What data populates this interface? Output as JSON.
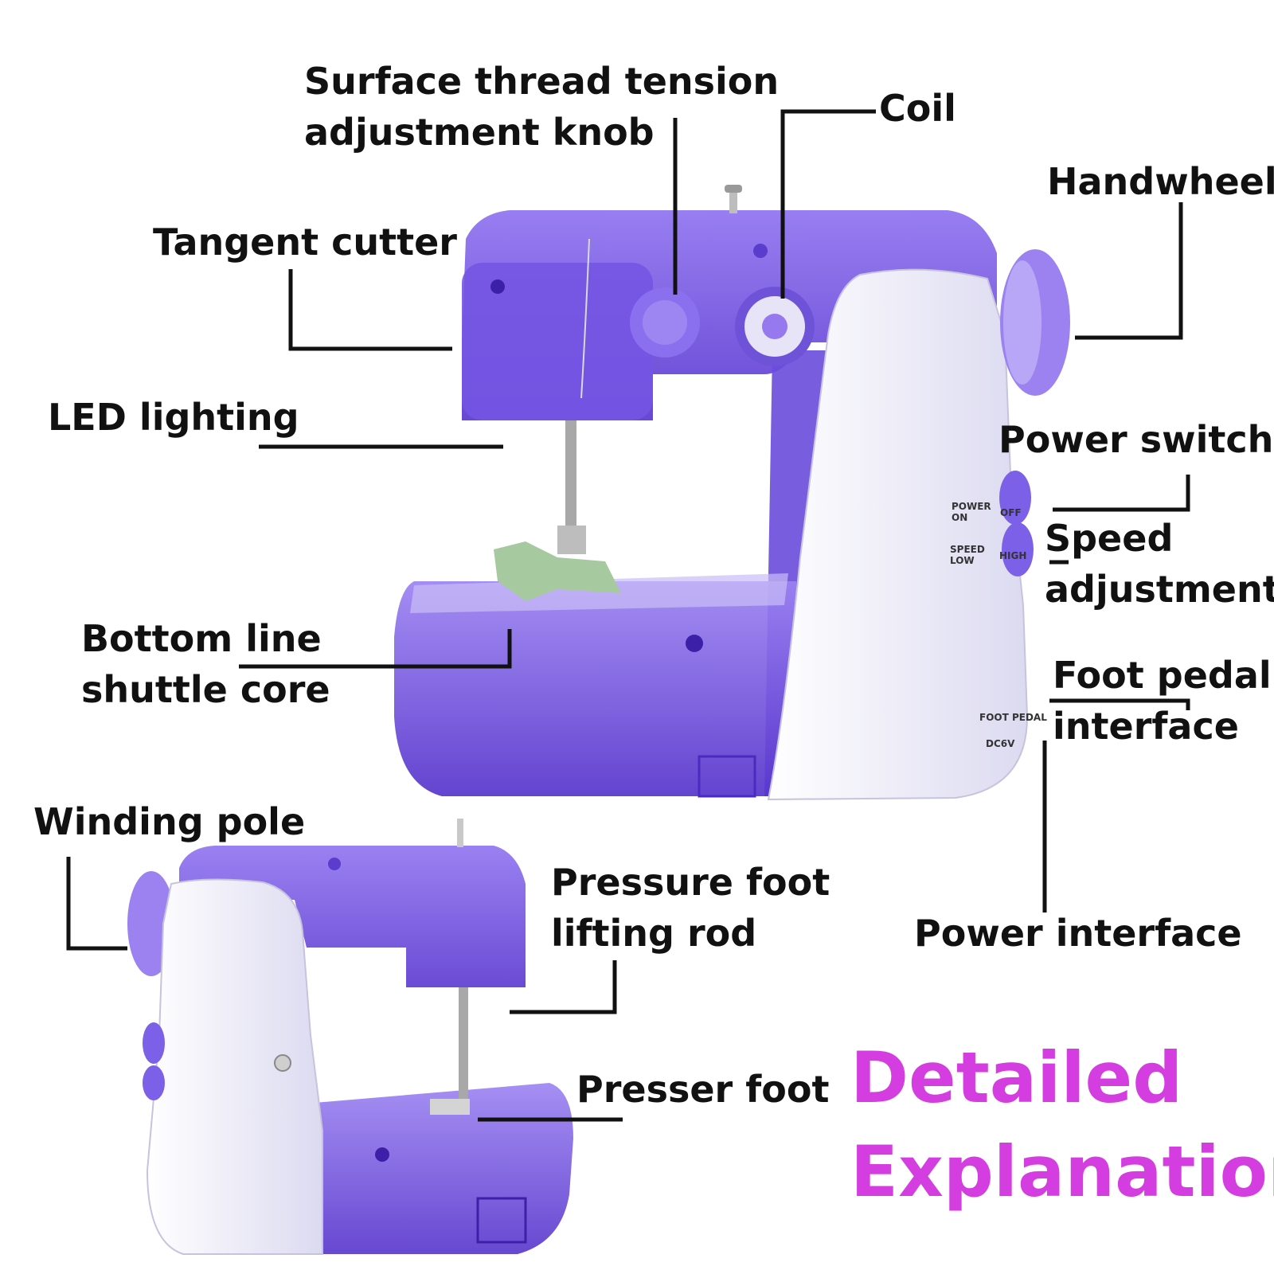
{
  "labels": {
    "surface_tension_l1": "Surface thread tension",
    "surface_tension_l2": "adjustment knob",
    "coil": "Coil",
    "handwheel": "Handwheel",
    "tangent_cutter": "Tangent cutter",
    "led_lighting": "LED lighting",
    "power_switch": "Power switch",
    "speed_l1": "Speed",
    "speed_l2": "adjustment",
    "bottom_line_l1": "Bottom line",
    "bottom_line_l2": "shuttle core",
    "foot_pedal_l1": "Foot pedal",
    "foot_pedal_l2": "interface",
    "winding_pole": "Winding pole",
    "pressure_rod_l1": "Pressure foot",
    "pressure_rod_l2": "lifting rod",
    "power_interface": "Power interface",
    "presser_foot": "Presser foot"
  },
  "heading": {
    "line1": "Detailed",
    "line2": "Explanation",
    "color": "#d43ee0"
  },
  "panel_text": {
    "power": "POWER",
    "on": "ON",
    "off": "OFF",
    "speed": "SPEED",
    "low": "LOW",
    "high": "HIGH",
    "foot_pedal": "FOOT PEDAL",
    "dc": "DC6V"
  },
  "colors": {
    "machine_purple": "#7b5ce6",
    "machine_dark": "#4f2fc4",
    "body_white": "#f1f0fa"
  }
}
